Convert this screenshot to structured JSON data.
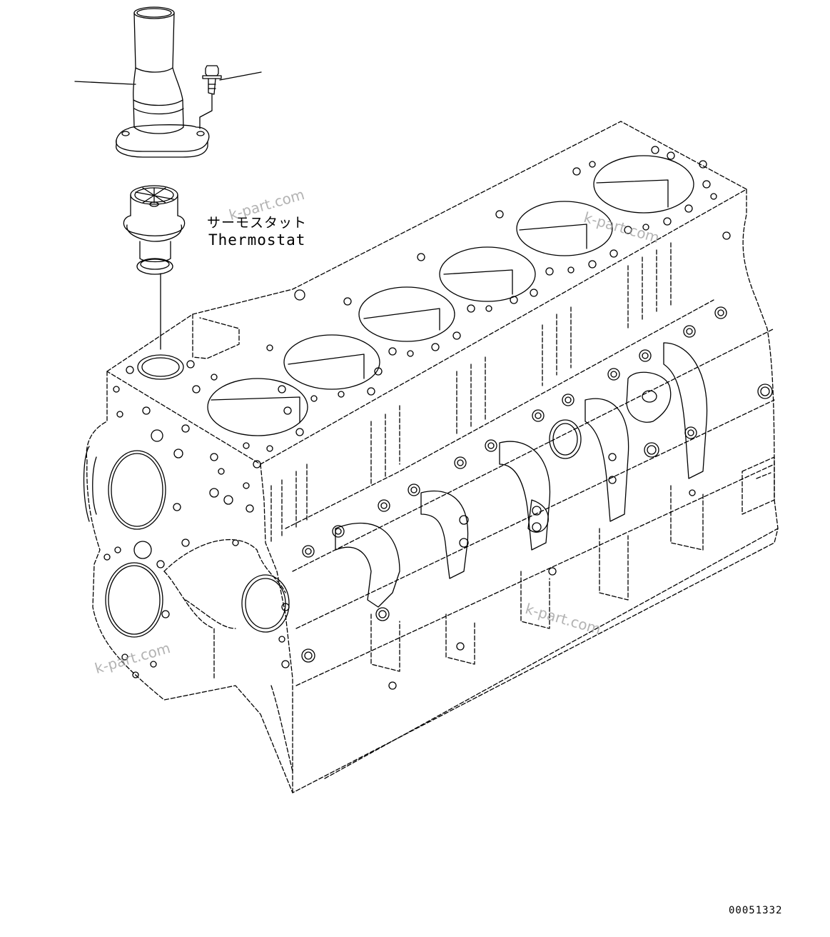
{
  "labels": {
    "thermostat_jp": "サーモスタット",
    "thermostat_en": "Thermostat"
  },
  "diagram_code": "00051332",
  "watermark": "k-part.com",
  "colors": {
    "line": "#000000",
    "background": "#ffffff",
    "watermark": "#9a9a9a"
  }
}
